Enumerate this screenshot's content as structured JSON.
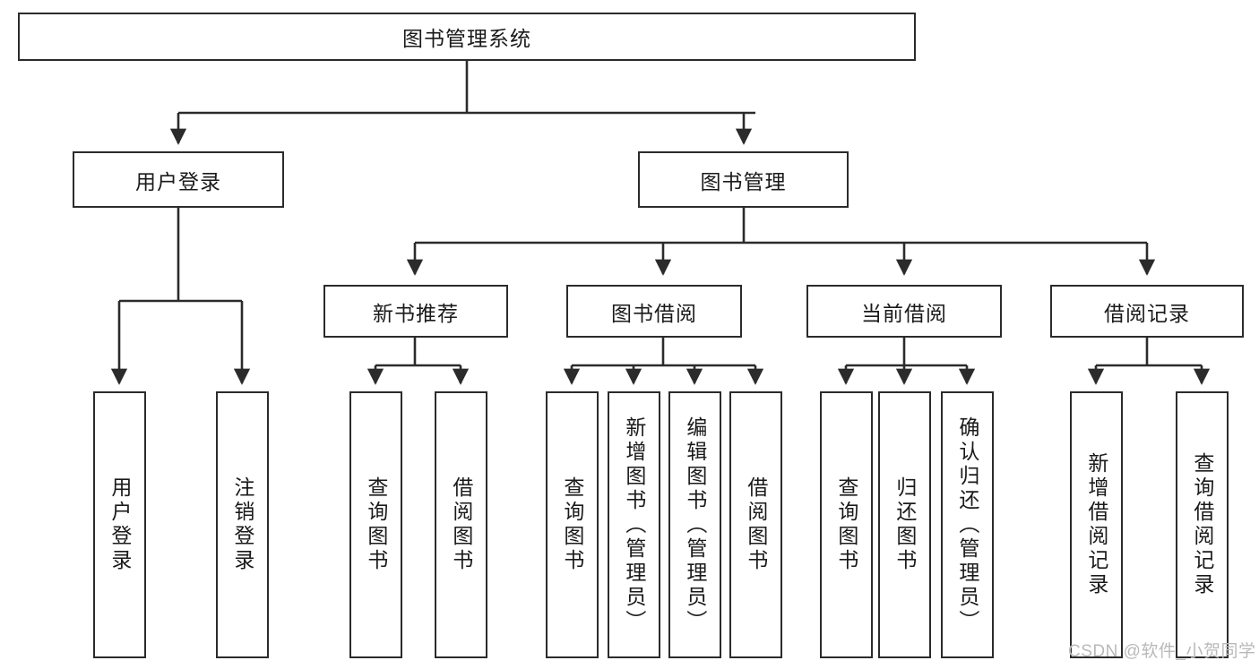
{
  "diagram": {
    "type": "hierarchy-tree",
    "title": "图书管理系统",
    "root": {
      "label": "图书管理系统"
    },
    "level2": [
      {
        "id": "user-login",
        "label": "用户登录"
      },
      {
        "id": "book-management",
        "label": "图书管理"
      }
    ],
    "level3": [
      {
        "id": "new-book-recommend",
        "label": "新书推荐",
        "parent": "book-management"
      },
      {
        "id": "book-borrow",
        "label": "图书借阅",
        "parent": "book-management"
      },
      {
        "id": "current-borrow",
        "label": "当前借阅",
        "parent": "book-management"
      },
      {
        "id": "borrow-record",
        "label": "借阅记录",
        "parent": "book-management"
      }
    ],
    "leaves": [
      {
        "id": "leaf-user-login",
        "label": "用户登录",
        "parent": "user-login"
      },
      {
        "id": "leaf-logout-login",
        "label": "注销登录",
        "parent": "user-login"
      },
      {
        "id": "leaf-query-book-1",
        "label": "查询图书",
        "parent": "new-book-recommend"
      },
      {
        "id": "leaf-borrow-book-1",
        "label": "借阅图书",
        "parent": "new-book-recommend"
      },
      {
        "id": "leaf-query-book-2",
        "label": "查询图书",
        "parent": "book-borrow"
      },
      {
        "id": "leaf-add-book",
        "label": "新增图书（管理员）",
        "parent": "book-borrow"
      },
      {
        "id": "leaf-edit-book",
        "label": "编辑图书（管理员）",
        "parent": "book-borrow"
      },
      {
        "id": "leaf-borrow-book-2",
        "label": "借阅图书",
        "parent": "book-borrow"
      },
      {
        "id": "leaf-query-book-3",
        "label": "查询图书",
        "parent": "current-borrow"
      },
      {
        "id": "leaf-return-book",
        "label": "归还图书",
        "parent": "current-borrow"
      },
      {
        "id": "leaf-confirm-return",
        "label": "确认归还（管理员）",
        "parent": "current-borrow"
      },
      {
        "id": "leaf-add-record",
        "label": "新增借阅记录",
        "parent": "borrow-record"
      },
      {
        "id": "leaf-query-record",
        "label": "查询借阅记录",
        "parent": "borrow-record"
      }
    ]
  },
  "watermark": {
    "text": "CSDN @软件_小贺同学"
  },
  "colors": {
    "border": "#2b2b2b",
    "background": "#ffffff",
    "text": "#1a1a1a",
    "watermark": "#b9b9b9"
  }
}
